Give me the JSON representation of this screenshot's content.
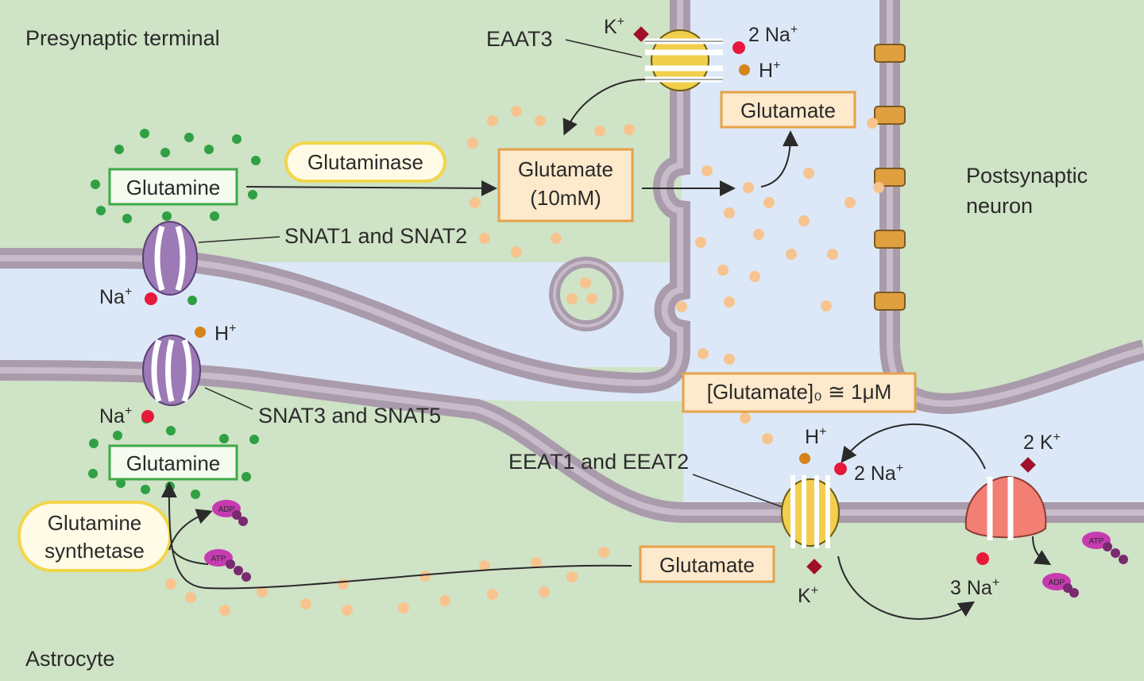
{
  "regions": {
    "presynaptic": "Presynaptic terminal",
    "postsynaptic_line1": "Postsynaptic",
    "postsynaptic_line2": "neuron",
    "astrocyte": "Astrocyte"
  },
  "enzymes": {
    "glutaminase": "Glutaminase",
    "glutamine_synthetase_line1": "Glutamine",
    "glutamine_synthetase_line2": "synthetase"
  },
  "boxes": {
    "glutamine_top": "Glutamine",
    "glutamine_bottom": "Glutamine",
    "glutamate_vesicular_line1": "Glutamate",
    "glutamate_vesicular_line2": "(10mM)",
    "glutamate_cleft": "Glutamate",
    "glutamate_astro": "Glutamate",
    "extracellular_conc": "[Glutamate]₀ ≅ 1μM"
  },
  "transporters": {
    "eaat3": "EAAT3",
    "snat12": "SNAT1 and SNAT2",
    "snat35": "SNAT3 and SNAT5",
    "eeat12": "EEAT1 and EEAT2"
  },
  "ions": {
    "k_top": "K",
    "na2_top": "2 Na",
    "h_top": "H",
    "na_snat12": "Na",
    "h_snat35": "H",
    "na_snat35": "Na",
    "h_eeat": "H",
    "na2_eeat": "2 Na",
    "k_eeat": "K",
    "k2_pump": "2 K",
    "na3_pump": "3 Na",
    "plus": "+"
  },
  "molecules": {
    "atp": "ATP",
    "adp": "ADP"
  },
  "colors": {
    "cytoplasm": "#cfe3c6",
    "cleft": "#dce8f7",
    "membrane": "#a99bab",
    "membrane_inner": "#c8bcca",
    "glutamine_dot": "#2fa043",
    "glutamate_dot": "#f7c48f",
    "sodium": "#e8183a",
    "proton": "#d48418",
    "potassium": "#a1102a",
    "box_stroke_orange": "#e6a24a",
    "box_fill_orange": "#fde9cc",
    "box_stroke_green": "#3fa84a",
    "enzyme_stroke": "#f2d64a",
    "enzyme_fill": "#fffbe6",
    "snat": "#9b7ab5",
    "eaat": "#f1cf4d",
    "pump": "#f27e74",
    "atp": "#c63bb0",
    "adp": "#7a2a70"
  }
}
